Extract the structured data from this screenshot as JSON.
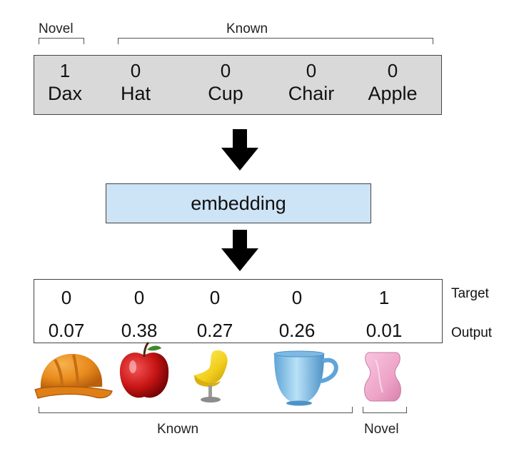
{
  "top_labels": {
    "novel": "Novel",
    "known": "Known"
  },
  "word_box": {
    "items": [
      {
        "value": "1",
        "word": "Dax"
      },
      {
        "value": "0",
        "word": "Hat"
      },
      {
        "value": "0",
        "word": "Cup"
      },
      {
        "value": "0",
        "word": "Chair"
      },
      {
        "value": "0",
        "word": "Apple"
      }
    ]
  },
  "embedding_label": "embedding",
  "output_box": {
    "targets": [
      "0",
      "0",
      "0",
      "0",
      "1"
    ],
    "outputs": [
      "0.07",
      "0.38",
      "0.27",
      "0.26",
      "0.01"
    ],
    "target_label": "Target",
    "output_label": "Output"
  },
  "objects": [
    {
      "icon": "hard-hat-icon"
    },
    {
      "icon": "apple-icon"
    },
    {
      "icon": "chair-icon"
    },
    {
      "icon": "cup-icon"
    },
    {
      "icon": "dax-novel-object-icon"
    }
  ],
  "bottom_labels": {
    "known": "Known",
    "novel": "Novel"
  },
  "colors": {
    "word_box": "#d9d9d9",
    "embedding_box": "#cde3f6",
    "arrow": "#000000"
  }
}
